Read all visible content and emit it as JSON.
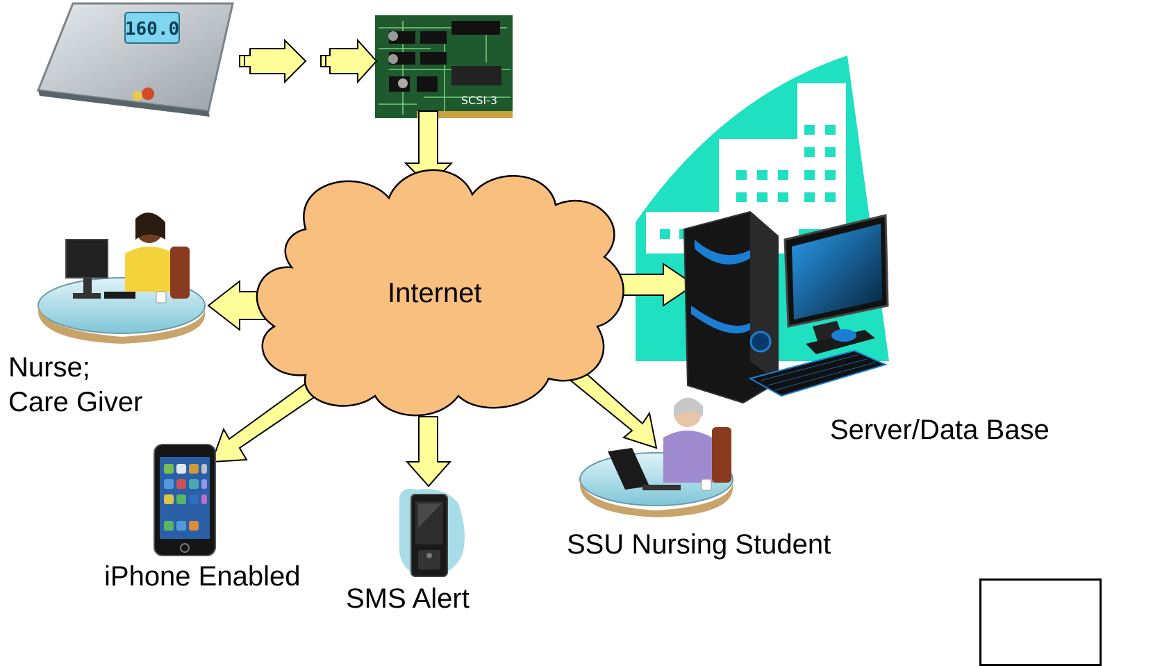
{
  "diagram": {
    "cloud_label": "Internet",
    "nodes": {
      "nurse": {
        "line1": "Nurse;",
        "line2": "Care Giver"
      },
      "iphone": "iPhone Enabled",
      "sms": "SMS Alert",
      "student": "SSU Nursing Student",
      "server": "Server/Data Base"
    },
    "scale_display": "160.0",
    "board_silk": "SCSI-3"
  },
  "colors": {
    "arrow_fill": "#ffff99",
    "cloud_fill": "#f9bf7f",
    "building_fill": "#1fe0c0",
    "screen_accent": "#1a7fd4"
  }
}
